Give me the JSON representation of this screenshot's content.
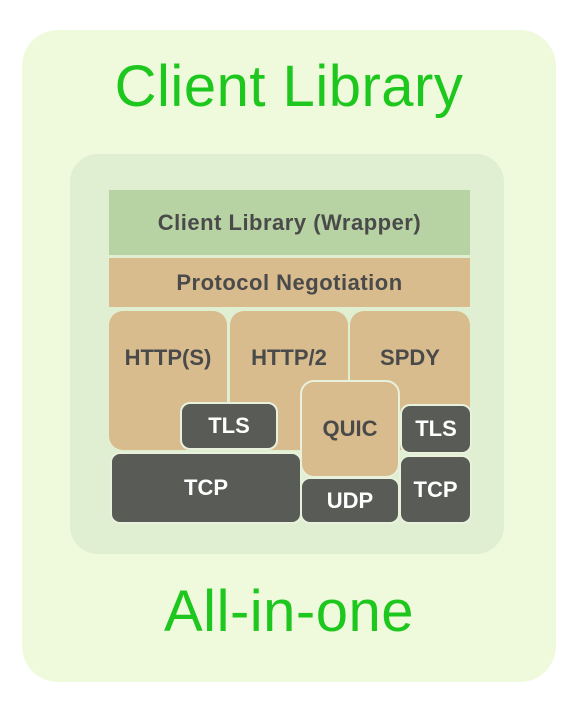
{
  "diagram": {
    "title": "Client Library",
    "subtitle": "All-in-one",
    "layers": {
      "wrapper": "Client Library (Wrapper)",
      "negotiation": "Protocol Negotiation",
      "https": "HTTP(S)",
      "http2": "HTTP/2",
      "spdy": "SPDY",
      "tls_left": "TLS",
      "quic": "QUIC",
      "tls_right": "TLS",
      "tcp_left": "TCP",
      "udp": "UDP",
      "tcp_right": "TCP"
    },
    "colors": {
      "title_green": "#1ec71e",
      "outer_bg": "#eefadb",
      "inner_bg": "#e0eed2",
      "wrapper_green": "#b8d3a3",
      "protocol_tan": "#d8bc8e",
      "transport_dark": "#595c56"
    }
  }
}
